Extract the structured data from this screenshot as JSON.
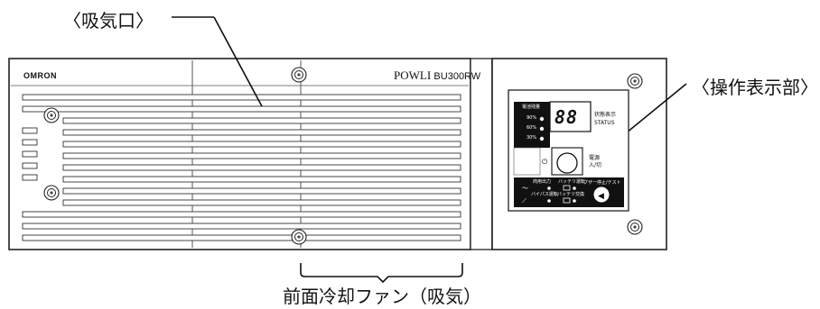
{
  "callouts": {
    "intake": "〈吸気口〉",
    "panel": "〈操作表示部〉",
    "fan": "前面冷却ファン（吸気）"
  },
  "device": {
    "brand": "omron",
    "model_name": "POWLI",
    "model_number": "BU300RW"
  },
  "panel": {
    "battery_level_label": "電池残量",
    "level_90": "90%",
    "level_60": "60%",
    "level_30": "30%",
    "battery_replace": "バッテリ交換",
    "status_display": "88",
    "status_label_jp": "状態表示",
    "status_label_en": "STATUS",
    "power_label": "電源\n入/切",
    "power_symbol": "⏻",
    "ac_output": "商用出力",
    "battery_operation": "バッテリ運転",
    "bypass": "バイパス運転",
    "battery_replace_2": "バッテリ交換",
    "buzzer_label": "ブザー停止/テスト"
  }
}
